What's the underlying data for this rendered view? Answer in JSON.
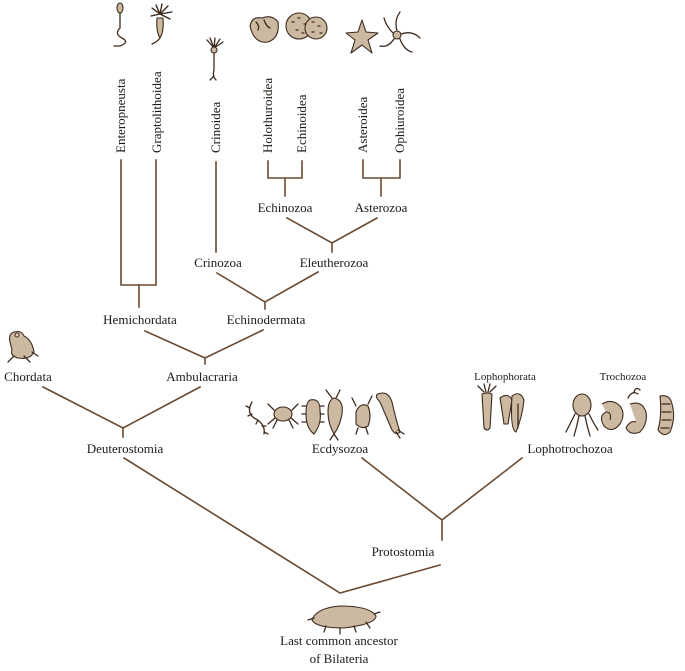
{
  "taxa": {
    "enteropneusta": "Enteropneusta",
    "graptolithoidea": "Graptolithoidea",
    "crinoidea": "Crinoidea",
    "holothuroidea": "Holothuroidea",
    "echinoidea": "Echinoidea",
    "asteroidea": "Asteroidea",
    "ophiuroidea": "Ophiuroidea"
  },
  "clades": {
    "echinozoa": "Echinozoa",
    "asterozoa": "Asterozoa",
    "crinozoa": "Crinozoa",
    "eleutherozoa": "Eleutherozoa",
    "hemichordata": "Hemichordata",
    "echinodermata": "Echinodermata",
    "chordata": "Chordata",
    "ambulacraria": "Ambulacraria",
    "deuterostomia": "Deuterostomia",
    "ecdysozoa": "Ecdysozoa",
    "lophophorata": "Lophophorata",
    "trochozoa": "Trochozoa",
    "lophotrochozoa": "Lophotrochozoa",
    "protostomia": "Protostomia"
  },
  "root": {
    "line1": "Last common ancestor",
    "line2": "of Bilateria"
  },
  "colors": {
    "branch": "#6a4a32",
    "icon_fill": "#cbb9a2",
    "icon_stroke": "#3e2b1e",
    "text": "#1f1a16"
  },
  "icons": [
    "acorn-worm-icon",
    "graptolite-icon",
    "sea-lily-icon",
    "sea-cucumber-icon",
    "sea-urchin-icon",
    "starfish-icon",
    "brittle-star-icon",
    "frog-icon",
    "centipede-icon",
    "crab-icon",
    "tardigrade-icon",
    "shrimp-icon",
    "squid-like-icon",
    "nematode-icon",
    "brachiopod-icon",
    "bryozoan-icon",
    "octopus-icon",
    "annelid-icon",
    "snail-icon",
    "ancestor-worm-icon"
  ]
}
